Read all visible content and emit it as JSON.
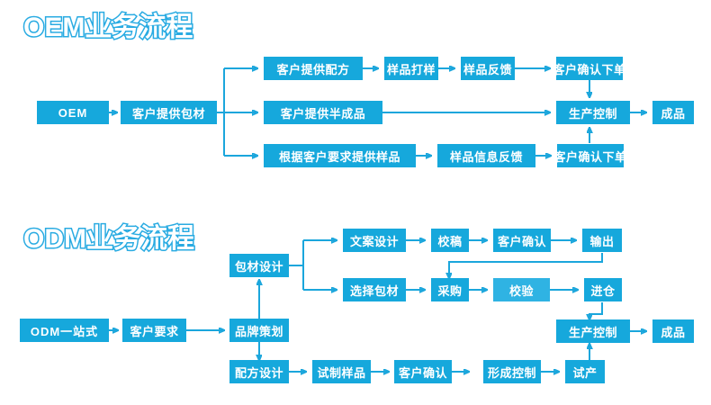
{
  "page": {
    "accent_color": "#16A8DC",
    "accent_light": "#2FB3E3",
    "line_color": "#1BA6DC",
    "background": "#ffffff"
  },
  "sections": [
    {
      "id": "oem",
      "title": "OEM业务流程"
    },
    {
      "id": "odm",
      "title": "ODM业务流程"
    }
  ],
  "oem": {
    "title": "OEM业务流程",
    "start": "OEM",
    "step2": "客户提供包材",
    "branch1": [
      "客户提供配方",
      "样品打样",
      "样品反馈",
      "客户确认下单"
    ],
    "branch2": [
      "客户提供半成品"
    ],
    "branch3": [
      "根据客户要求提供样品",
      "样品信息反馈",
      "客户确认下单"
    ],
    "merge": "生产控制",
    "end": "成品"
  },
  "odm": {
    "title": "ODM业务流程",
    "start": "ODM一站式",
    "step2": "客户要求",
    "step3": "品牌策划",
    "pack_design": "包材设计",
    "pack_row_top": [
      "文案设计",
      "校稿",
      "客户确认",
      "输出"
    ],
    "pack_row_bottom": [
      "选择包材",
      "采购",
      "校验",
      "进仓"
    ],
    "formula_row": [
      "配方设计",
      "试制样品",
      "客户确认",
      "形成控制",
      "试产"
    ],
    "merge": "生产控制",
    "end": "成品"
  }
}
